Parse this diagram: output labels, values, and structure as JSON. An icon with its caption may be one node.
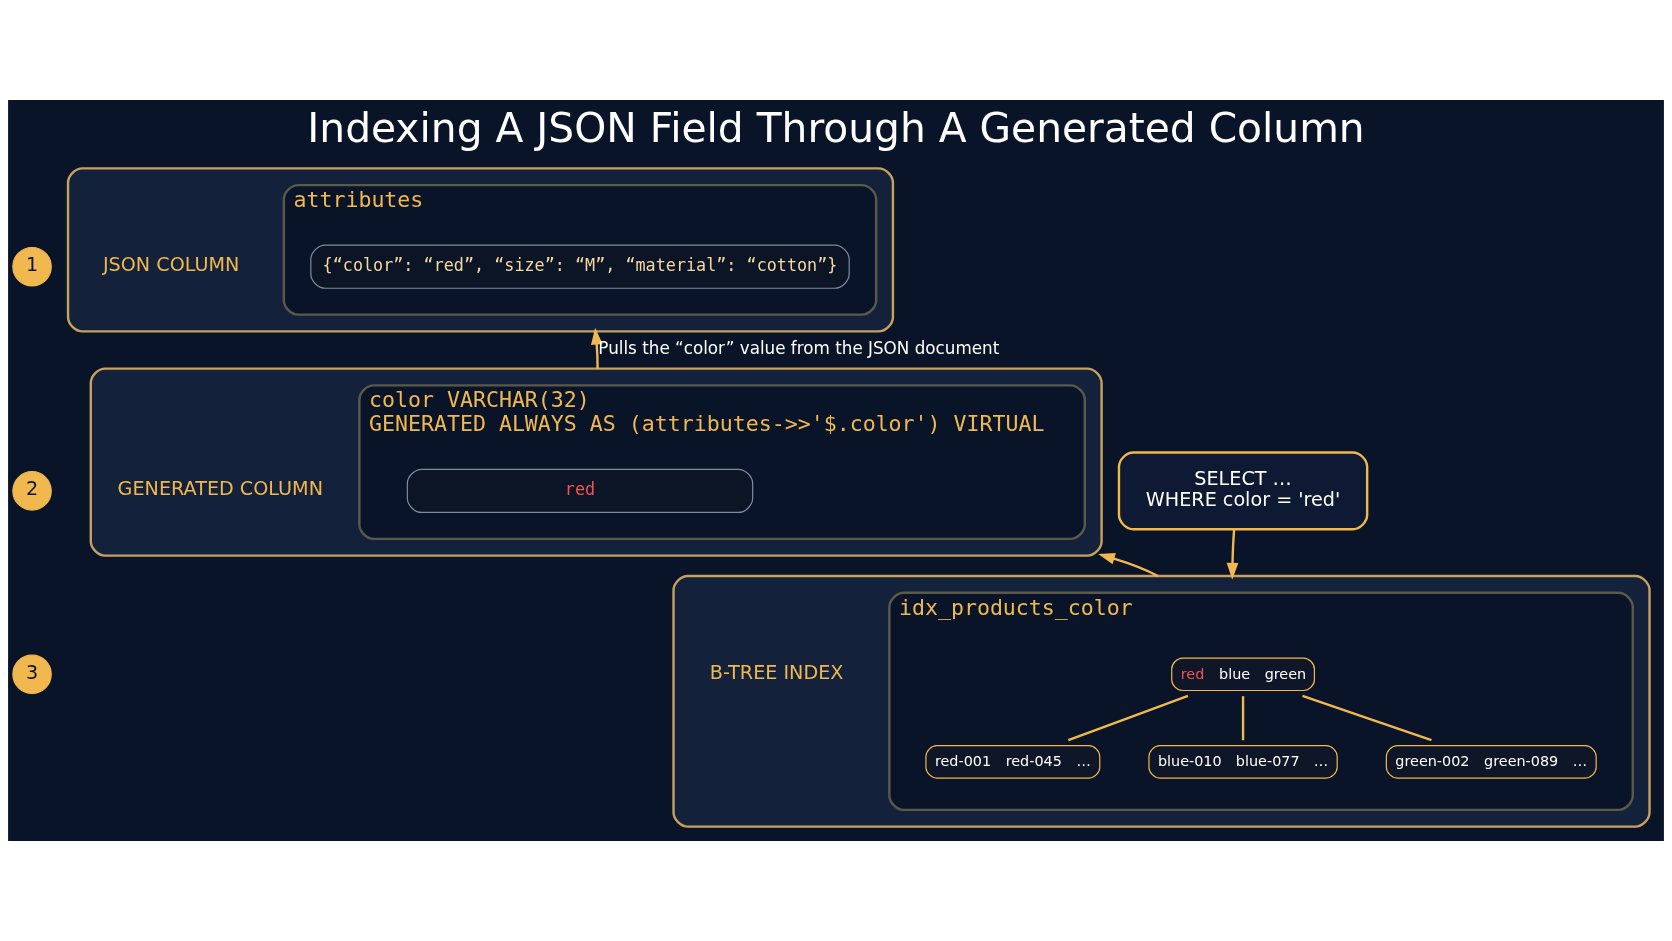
{
  "diagram": {
    "title": "Indexing A JSON Field Through A Generated Column",
    "nodes": [
      {
        "text": [
          "1"
        ]
      },
      {
        "text": [],
        "shape": "box"
      },
      {
        "text": [
          "JSON COLUMN"
        ],
        "in": 1
      },
      {
        "text": [
          "attributes"
        ],
        "in": 1
      },
      {
        "text": [
          "{“color”: “red”, “size”: “M”, “material”: “cotton”}"
        ],
        "in": 3
      },
      {
        "text": [
          "2"
        ]
      },
      {
        "text": [],
        "shape": "box"
      },
      {
        "text": [
          "GENERATED COLUMN"
        ],
        "in": 6
      },
      {
        "text": [
          "color VARCHAR(32)",
          "GENERATED ALWAYS AS (attributes->>'$.color') VIRTUAL"
        ],
        "in": 6
      },
      {
        "text": [
          "red"
        ],
        "in": 8
      },
      {
        "text": [
          "3"
        ]
      },
      {
        "text": [],
        "shape": "box"
      },
      {
        "text": [
          "B-TREE INDEX"
        ],
        "in": 11
      },
      {
        "text": [
          "idx_products_color"
        ],
        "in": 11
      },
      {
        "text": [
          "red",
          "blue",
          "green"
        ],
        "in": 13
      },
      {
        "text": [
          "red-001",
          "red-045",
          "…"
        ],
        "in": 13
      },
      {
        "text": [
          "blue-010",
          "blue-077",
          "…"
        ],
        "in": 13
      },
      {
        "text": [
          "green-002",
          "green-089",
          "…"
        ],
        "in": 13
      },
      {
        "text": [
          "SELECT …",
          "WHERE color = 'red'"
        ]
      }
    ],
    "edges": [
      {
        "from": 6,
        "to": 1,
        "arrow": "to",
        "label": "Pulls the “color” value from the JSON document"
      },
      {
        "from": 11,
        "to": 6,
        "arrow": "to"
      },
      {
        "from": 18,
        "to": 11,
        "arrow": "to"
      },
      {
        "from": 14,
        "to": 15,
        "arrow": "none"
      },
      {
        "from": 14,
        "to": 16,
        "arrow": "none"
      },
      {
        "from": 14,
        "to": 17,
        "arrow": "none"
      }
    ]
  }
}
